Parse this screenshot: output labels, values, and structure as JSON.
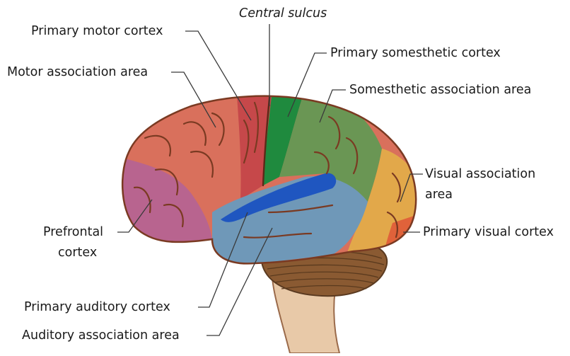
{
  "labels": {
    "central_sulcus": "Central sulcus",
    "primary_motor": "Primary motor cortex",
    "motor_association": "Motor association area",
    "primary_somesthetic": "Primary somesthetic cortex",
    "somesthetic_association": "Somesthetic association area",
    "visual_association_1": "Visual association",
    "visual_association_2": "area",
    "prefrontal_1": "Prefrontal",
    "prefrontal_2": "cortex",
    "primary_visual": "Primary visual cortex",
    "primary_auditory": "Primary auditory cortex",
    "auditory_association": "Auditory association area"
  },
  "colors": {
    "frontal": "#d9705c",
    "prefrontal": "#b8648f",
    "motor": "#c6484a",
    "somesthetic": "#1f8a3e",
    "somesthetic_assoc": "#6a9654",
    "visual_assoc": "#e2a84a",
    "visual": "#e0623a",
    "auditory_assoc": "#6f98b8",
    "auditory": "#1f56c0",
    "cerebellum": "#8a5a32",
    "brainstem": "#e8c9a8",
    "outline": "#7a3a22"
  }
}
